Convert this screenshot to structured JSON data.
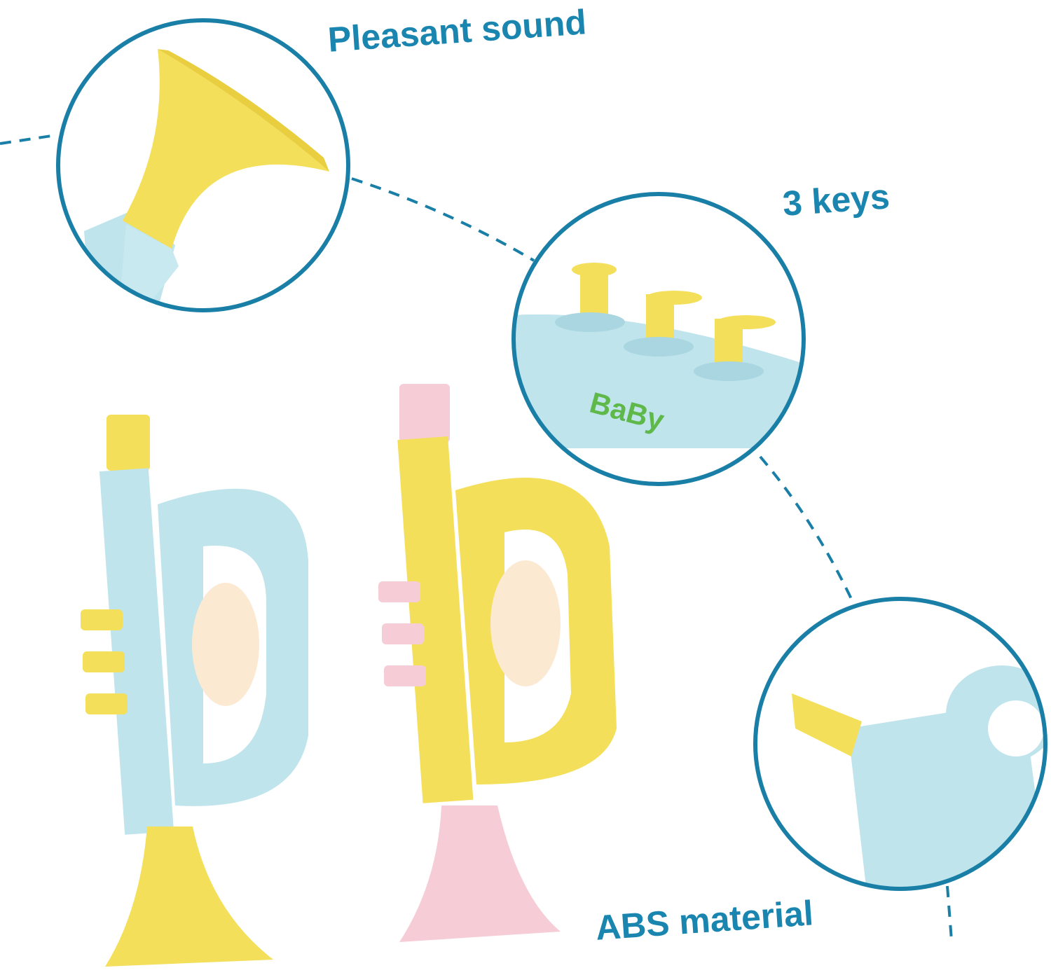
{
  "callouts": {
    "sound": "Pleasant sound",
    "keys": "3 keys",
    "material": "ABS material"
  },
  "product_label": "BaBy",
  "colors": {
    "accent": "#1a86b0",
    "toy_blue": "#bfe4ec",
    "toy_yellow": "#f4df5a",
    "toy_pink": "#f6cdd6"
  }
}
